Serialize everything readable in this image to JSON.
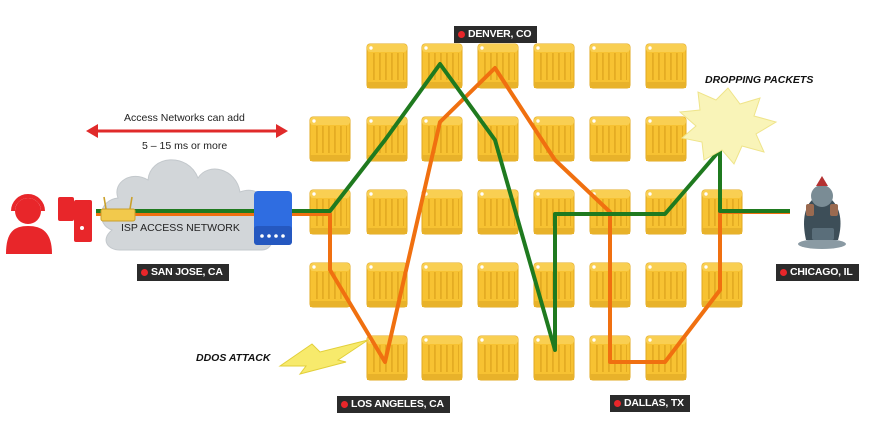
{
  "labels": {
    "denver": "DENVER, CO",
    "san_jose": "SAN JOSE, CA",
    "los_angeles": "LOS ANGELES, CA",
    "dallas": "DALLAS, TX",
    "chicago": "CHICAGO, IL"
  },
  "notes": {
    "access_line1": "Access Networks can add",
    "access_line2": "5 – 15 ms or more",
    "isp": "ISP  ACCESS  NETWORK",
    "dropping": "DROPPING PACKETS",
    "ddos": "DDOS ATTACK"
  },
  "colors": {
    "server": "#f7c232",
    "server_dark": "#d9a21c",
    "green_route": "#1f7a1f",
    "orange_route": "#f07010",
    "city_label_bg": "#2b2b2b",
    "city_dot": "#e8262a",
    "arrow": "#e02a2a",
    "cloud": "#d2d6d9",
    "router": "#2f6de1",
    "burst": "#f9f4b8"
  },
  "icons": {
    "user": "headset-user-icon",
    "gamer": "game-character-icon",
    "router": "router-icon",
    "modem": "wifi-modem-icon"
  }
}
